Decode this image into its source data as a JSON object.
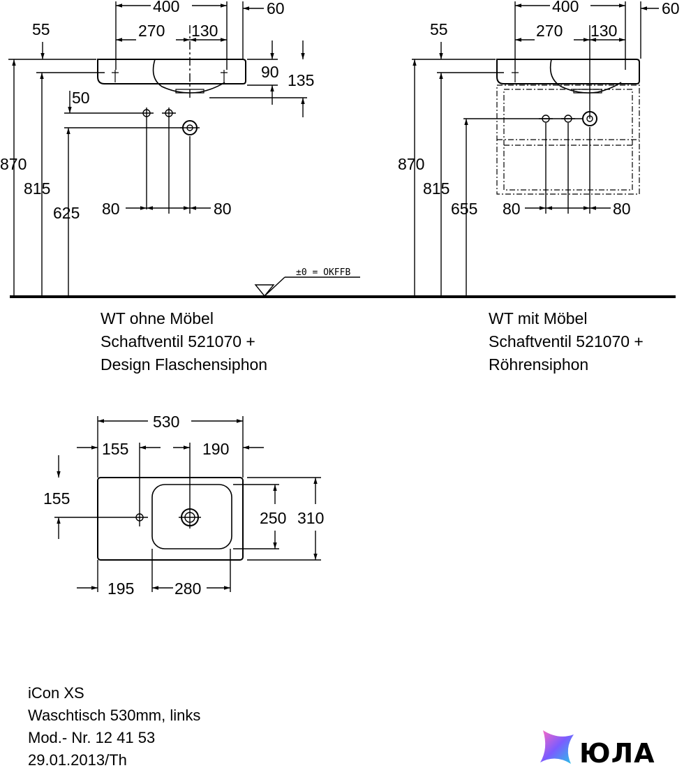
{
  "side_left": {
    "dims": {
      "width_total": "400",
      "offset_right": "60",
      "offset_left": "55",
      "part_left": "270",
      "part_right": "130",
      "rim_height": "90",
      "basin_depth": "135",
      "tap_offset": "50",
      "height_total": "870",
      "height_rim": "815",
      "height_valve": "625",
      "spacing_left": "80",
      "spacing_right": "80"
    },
    "caption": [
      "WT ohne Möbel",
      "Schaftventil 521070 +",
      "Design Flaschensiphon"
    ]
  },
  "side_right": {
    "dims": {
      "width_total": "400",
      "offset_right": "60",
      "offset_left": "55",
      "part_left": "270",
      "part_right": "130",
      "height_total": "870",
      "height_rim": "815",
      "height_valve": "655",
      "spacing_left": "80",
      "spacing_right": "80"
    },
    "caption": [
      "WT mit Möbel",
      "Schaftventil 521070 +",
      "Röhrensiphon"
    ]
  },
  "floor_label": "±0 = OKFFB",
  "top_view": {
    "dims": {
      "width_total": "530",
      "left_to_tap": "155",
      "tap_to_right": "190",
      "tap_from_back": "155",
      "basin_depth": "250",
      "total_depth": "310",
      "left_to_basin": "195",
      "basin_width": "280"
    }
  },
  "title_block": [
    "iCon XS",
    "Waschtisch 530mm, links",
    "Mod.- Nr. 12 41 53",
    "29.01.2013/Th"
  ],
  "logo": {
    "text": "ЮЛА",
    "colors": [
      "#ff6ac1",
      "#7b5cff",
      "#23c7e6"
    ]
  }
}
